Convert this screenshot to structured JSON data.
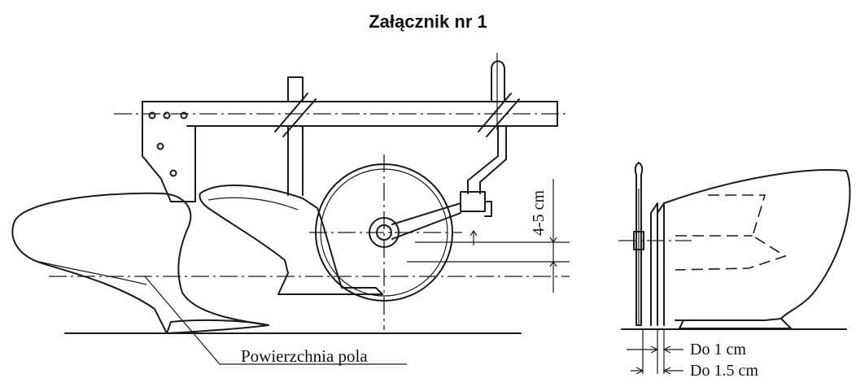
{
  "title": "Załącznik nr 1",
  "labels": {
    "field_surface": "Powierzchnia pola",
    "depth": "4-5 cm",
    "gap_small": "Do 1 cm",
    "gap_large": "Do 1.5 cm"
  }
}
